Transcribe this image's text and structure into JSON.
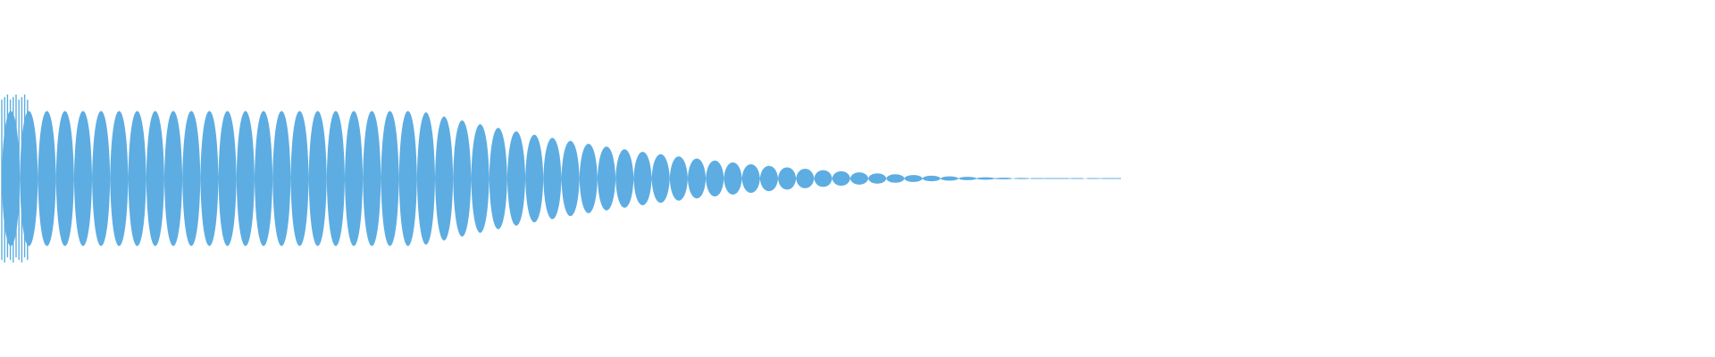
{
  "waveform": {
    "color": "#5dade2",
    "background": "#ffffff",
    "envelope": {
      "type": "sustain-then-decay",
      "peak_amplitude": 1.0,
      "sustain_until_fraction": 0.245,
      "fade_end_fraction": 0.65,
      "lobe_count": 62
    }
  }
}
